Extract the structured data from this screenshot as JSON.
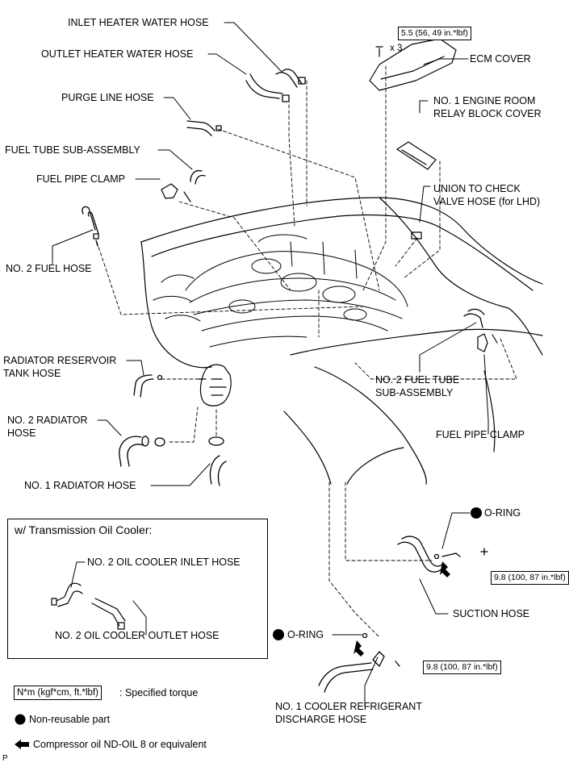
{
  "labels": {
    "inlet_heater_water_hose": "INLET HEATER WATER HOSE",
    "outlet_heater_water_hose": "OUTLET HEATER WATER HOSE",
    "purge_line_hose": "PURGE LINE HOSE",
    "fuel_tube_sub_assembly": "FUEL TUBE SUB-ASSEMBLY",
    "fuel_pipe_clamp_left": "FUEL PIPE CLAMP",
    "no2_fuel_hose": "NO. 2 FUEL HOSE",
    "radiator_reservoir_tank_hose_1": "RADIATOR RESERVOIR",
    "radiator_reservoir_tank_hose_2": "TANK HOSE",
    "no2_radiator_hose_1": "NO. 2 RADIATOR",
    "no2_radiator_hose_2": "HOSE",
    "no1_radiator_hose": "NO. 1 RADIATOR HOSE",
    "ecm_cover": "ECM COVER",
    "screw_count": "x 3",
    "relay_block_cover_1": "NO. 1 ENGINE ROOM",
    "relay_block_cover_2": "RELAY BLOCK COVER",
    "union_check_valve_1": "UNION TO CHECK",
    "union_check_valve_2": "VALVE HOSE (for LHD)",
    "no2_fuel_tube_1": "NO. 2 FUEL TUBE",
    "no2_fuel_tube_2": "SUB-ASSEMBLY",
    "fuel_pipe_clamp_right": "FUEL PIPE CLAMP",
    "o_ring_upper": "O-RING",
    "suction_hose": "SUCTION HOSE",
    "o_ring_lower": "O-RING",
    "cooler_discharge_1": "NO. 1 COOLER REFRIGERANT",
    "cooler_discharge_2": "DISCHARGE HOSE"
  },
  "torque": {
    "ecm_cover": "5.5 (56, 49 in.*lbf)",
    "suction_hose": "9.8 (100, 87 in.*lbf)",
    "discharge_hose": "9.8 (100, 87 in.*lbf)"
  },
  "inset": {
    "title": "w/ Transmission Oil Cooler:",
    "inlet_hose": "NO. 2 OIL COOLER INLET HOSE",
    "outlet_hose": "NO. 2 OIL COOLER OUTLET HOSE"
  },
  "legend": {
    "torque_box": "N*m (kgf*cm, ft.*lbf)",
    "torque_text": ": Specified torque",
    "non_reusable": "Non-reusable part",
    "compressor_oil": "Compressor oil ND-OIL 8 or equivalent"
  },
  "page_code": "P"
}
